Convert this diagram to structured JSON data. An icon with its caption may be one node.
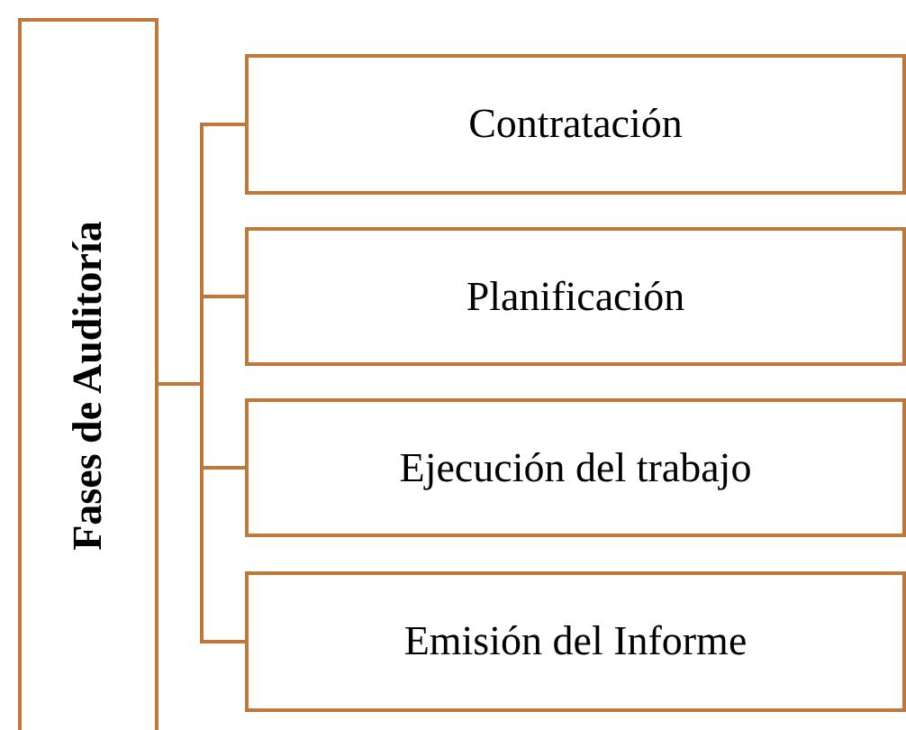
{
  "diagram": {
    "nodes": [
      {
        "text": [
          "Fases de Auditoría"
        ]
      },
      {
        "text": [
          "Contratación"
        ]
      },
      {
        "text": [
          "Planificación"
        ]
      },
      {
        "text": [
          "Ejecución del trabajo"
        ]
      },
      {
        "text": [
          "Emisión del Informe"
        ]
      }
    ],
    "edges": [
      {
        "from": 0,
        "to": 1,
        "arrow": "none"
      },
      {
        "from": 0,
        "to": 2,
        "arrow": "none"
      },
      {
        "from": 0,
        "to": 3,
        "arrow": "none"
      },
      {
        "from": 0,
        "to": 4,
        "arrow": "none"
      }
    ]
  }
}
